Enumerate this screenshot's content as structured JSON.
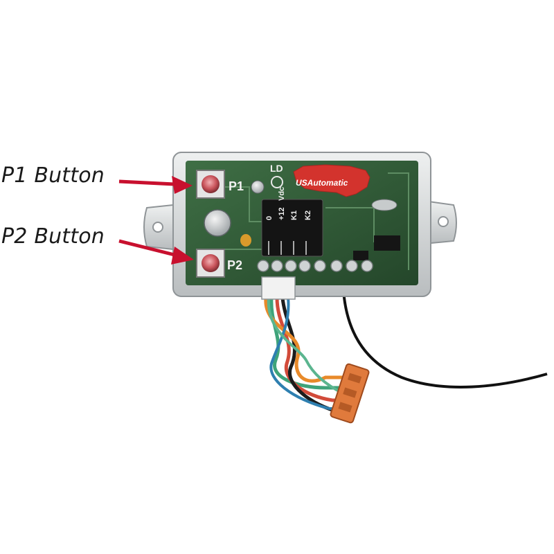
{
  "callouts": {
    "p1": "P1 Button",
    "p2": "P2 Button"
  },
  "board": {
    "p1_marking": "P1",
    "p2_marking": "P2",
    "led_marking": "LD",
    "terminal_markings": [
      "0",
      "+12",
      "Vdc",
      "K1",
      "K2"
    ],
    "brand_logo": "USAutomatic"
  },
  "colors": {
    "arrow": "#c8102e",
    "pcb": "#2f5a36",
    "enclosure": "#d9dcdd",
    "logo": "#d3332d",
    "connector": "#e07a3c"
  }
}
